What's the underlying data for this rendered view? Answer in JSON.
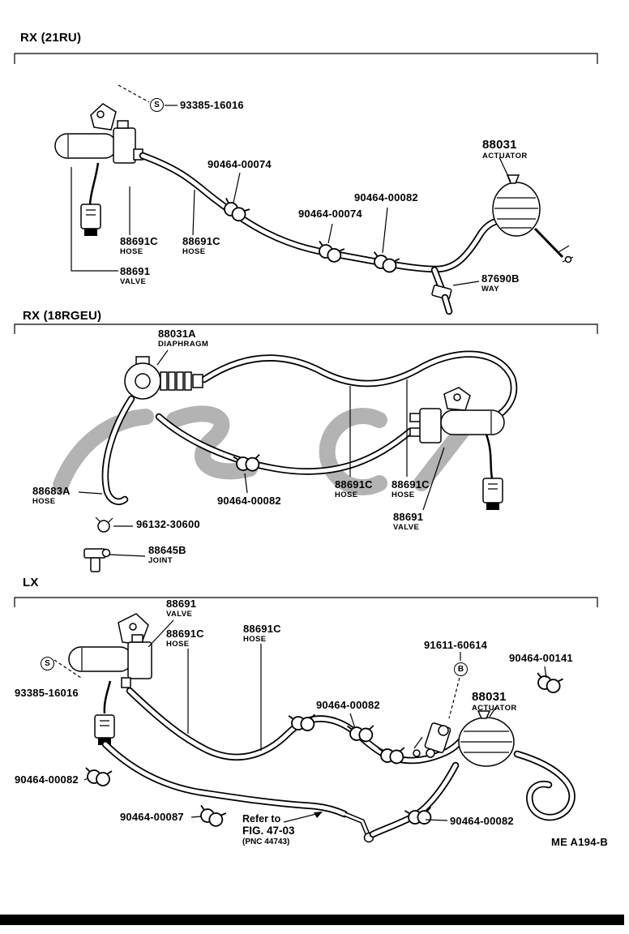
{
  "page": {
    "footer_code": "ME A194-B",
    "ink_color": "#000000",
    "watermark_color": "#a6a6a6"
  },
  "sections": {
    "rx21": {
      "title": "RX (21RU)",
      "screw": {
        "symbol": "S",
        "num": "93385-16016"
      },
      "clamp_a": {
        "num": "90464-00074"
      },
      "clamp_b": {
        "num": "90464-00082"
      },
      "clamp_c": {
        "num": "90464-00074"
      },
      "actuator": {
        "num": "88031",
        "name": "ACTUATOR"
      },
      "hose_left": {
        "num": "88691C",
        "name": "HOSE"
      },
      "hose_right": {
        "num": "88691C",
        "name": "HOSE"
      },
      "valve": {
        "num": "88691",
        "name": "VALVE"
      },
      "three_way": {
        "num": "87690B",
        "name": "WAY"
      }
    },
    "rx18": {
      "title": "RX (18RGEU)",
      "diaphragm": {
        "num": "88031A",
        "name": "DIAPHRAGM"
      },
      "hose": {
        "num": "88683A",
        "name": "HOSE"
      },
      "clamp_a": {
        "num": "90464-00082"
      },
      "clip": {
        "num": "96132-30600"
      },
      "joint": {
        "num": "88645B",
        "name": "JOINT"
      },
      "hose_left": {
        "num": "88691C",
        "name": "HOSE"
      },
      "hose_right": {
        "num": "88691C",
        "name": "HOSE"
      },
      "valve": {
        "num": "88691",
        "name": "VALVE"
      }
    },
    "lx": {
      "title": "LX",
      "valve": {
        "num": "88691",
        "name": "VALVE"
      },
      "hose_left": {
        "num": "88691C",
        "name": "HOSE"
      },
      "hose_right": {
        "num": "88691C",
        "name": "HOSE"
      },
      "screw": {
        "symbol": "S",
        "num": "93385-16016"
      },
      "bolt": {
        "symbol": "B",
        "num": "91611-60614"
      },
      "clamp_141": {
        "num": "90464-00141"
      },
      "actuator": {
        "num": "88031",
        "name": "ACTUATOR"
      },
      "clamp_mid": {
        "num": "90464-00082"
      },
      "clamp_left": {
        "num": "90464-00082"
      },
      "clamp_87": {
        "num": "90464-00087"
      },
      "clamp_right": {
        "num": "90464-00082"
      },
      "refer": {
        "line1": "Refer to",
        "line2": "FIG. 47-03",
        "line3": "(PNC 44743)"
      }
    }
  }
}
